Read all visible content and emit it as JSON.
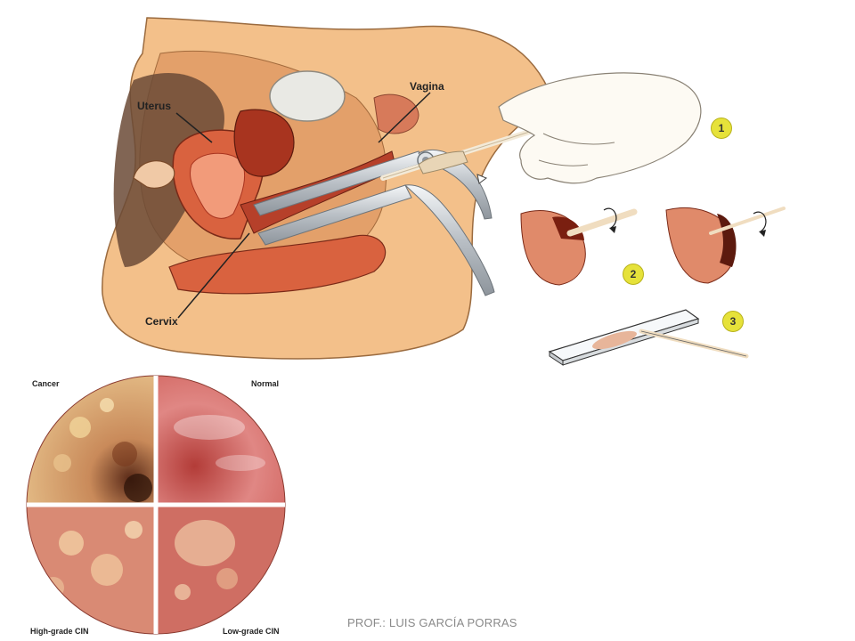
{
  "labels": {
    "uterus": "Uterus",
    "vagina": "Vagina",
    "cervix": "Cervix"
  },
  "steps": [
    "1",
    "2",
    "3"
  ],
  "quadrants": {
    "top_left": "Cancer",
    "top_right": "Normal",
    "bottom_left": "High-grade CIN",
    "bottom_right": "Low-grade CIN"
  },
  "footer": "PROF.: LUIS GARCÍA PORRAS",
  "colors": {
    "skin": "#f3c08a",
    "tissue": "#d9623f",
    "deep_tissue": "#a8341f",
    "metal": "#c9ced3",
    "step_badge": "#e6e23a"
  }
}
